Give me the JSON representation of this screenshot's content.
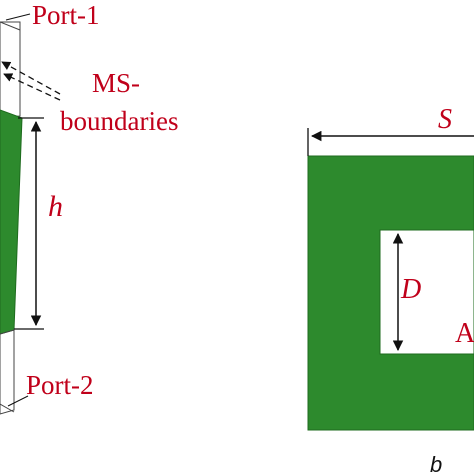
{
  "colors": {
    "green": "#2d8a2d",
    "green_dark": "#1e6b1e",
    "label_red": "#c0001a",
    "line": "#111111"
  },
  "left_panel": {
    "port1_label": "Port-1",
    "ms_label_line1": "MS-",
    "ms_label_line2": "boundaries",
    "height_label": "h",
    "port2_label": "Port-2"
  },
  "right_panel": {
    "side_label": "S",
    "hole_label": "D",
    "partial_label": "A",
    "caption": "b"
  }
}
